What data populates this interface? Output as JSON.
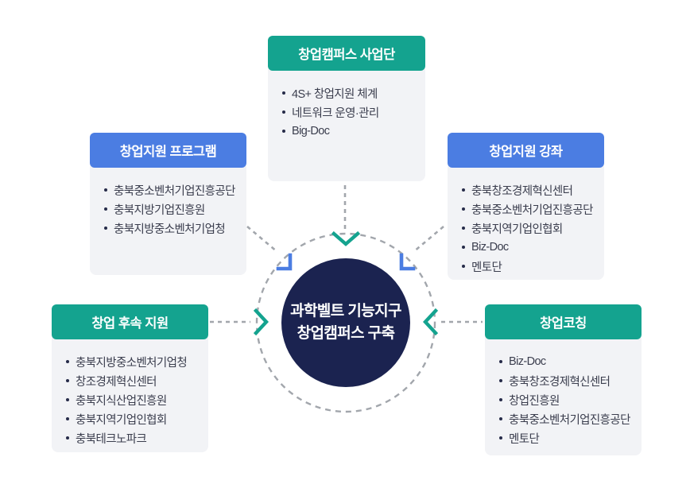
{
  "colors": {
    "teal": "#14a38f",
    "blue": "#4b7de2",
    "navy": "#1b2350",
    "body_bg": "#f2f3f6",
    "item_text": "#3b3e4e",
    "bullet": "#262b49",
    "dash": "#a2a6ac",
    "page_bg": "#ffffff",
    "header_text": "#ffffff"
  },
  "center": {
    "line1": "과학벨트 기능지구",
    "line2": "창업캠퍼스 구축"
  },
  "boxes": [
    {
      "id": "top-center",
      "title": "창업캠퍼스 사업단",
      "header_color": "teal",
      "items": [
        "4S+ 창업지원 체계",
        "네트워크 운영·관리",
        "Big-Doc"
      ]
    },
    {
      "id": "left-upper",
      "title": "창업지원 프로그램",
      "header_color": "blue",
      "items": [
        "충북중소벤처기업진흥공단",
        "충북지방기업진흥원",
        "충북지방중소벤처기업청"
      ]
    },
    {
      "id": "right-upper",
      "title": "창업지원 강좌",
      "header_color": "blue",
      "items": [
        "충북창조경제혁신센터",
        "충북중소벤처기업진흥공단",
        "충북지역기업인협회",
        "Biz-Doc",
        "멘토단"
      ]
    },
    {
      "id": "left-lower",
      "title": "창업 후속 지원",
      "header_color": "teal",
      "items": [
        "충북지방중소벤처기업청",
        "창조경제혁신센터",
        "충북지식산업진흥원",
        "충북지역기업인협회",
        "충북테크노파크"
      ]
    },
    {
      "id": "right-lower",
      "title": "창업코칭",
      "header_color": "teal",
      "items": [
        "Biz-Doc",
        "충북창조경제혁신센터",
        "창업진흥원",
        "충북중소벤처기업진흥공단",
        "멘토단"
      ]
    }
  ]
}
